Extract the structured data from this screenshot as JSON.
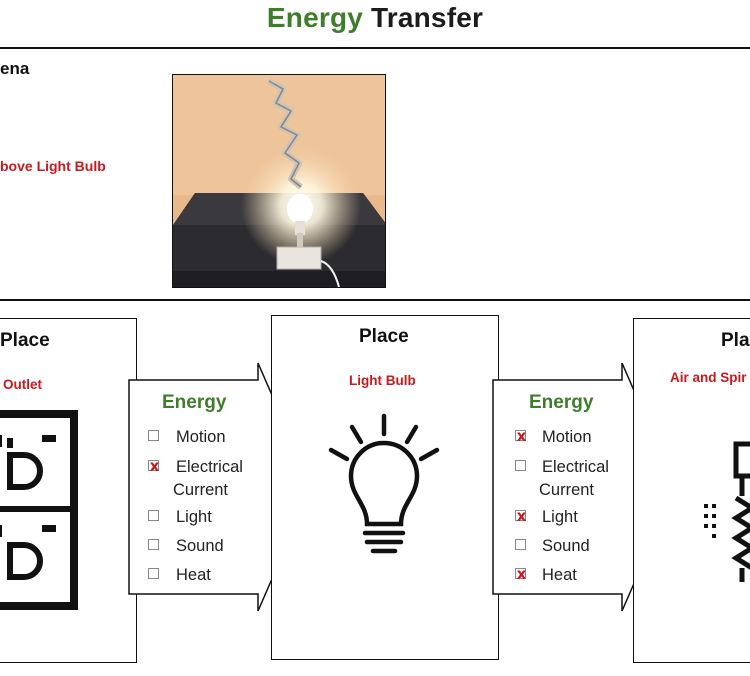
{
  "title": {
    "part1": "Energy",
    "part2": "Transfer"
  },
  "phenomena": {
    "heading": "ena",
    "answer": "bove Light Bulb",
    "photo_icon": "spiral-above-light-bulb-photo"
  },
  "places": [
    {
      "label": "Place",
      "answer": "Outlet",
      "icon": "outlet-icon"
    },
    {
      "label": "Place",
      "answer": "Light Bulb",
      "icon": "light-bulb-icon"
    },
    {
      "label": "Pla",
      "answer": "Air and Spir",
      "icon": "spring-spiral-icon"
    }
  ],
  "energy_checklists": [
    {
      "heading": "Energy",
      "options": [
        {
          "label": "Motion",
          "checked": false
        },
        {
          "label": "Electrical Current",
          "line1": "Electrical",
          "line2": "Current",
          "checked": true
        },
        {
          "label": "Light",
          "checked": false
        },
        {
          "label": "Sound",
          "checked": false
        },
        {
          "label": "Heat",
          "checked": false
        }
      ]
    },
    {
      "heading": "Energy",
      "options": [
        {
          "label": "Motion",
          "checked": true
        },
        {
          "label": "Electrical Current",
          "line1": "Electrical",
          "line2": "Current",
          "checked": false
        },
        {
          "label": "Light",
          "checked": true
        },
        {
          "label": "Sound",
          "checked": false
        },
        {
          "label": "Heat",
          "checked": true
        }
      ]
    }
  ],
  "check_mark": "x",
  "colors": {
    "green": "#3e7d2a",
    "red": "#c8191e",
    "black": "#111111"
  }
}
